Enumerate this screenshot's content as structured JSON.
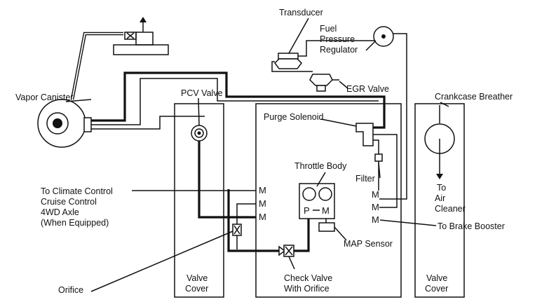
{
  "labels": {
    "transducer": "Transducer",
    "fuel_pressure_regulator": [
      "Fuel",
      "Pressure",
      "Regulator"
    ],
    "vapor_canister": "Vapor Canister",
    "pcv_valve": "PCV Valve",
    "egr_valve": "EGR Valve",
    "crankcase_breather": "Crankcase Breather",
    "purge_solenoid": "Purge Solenoid",
    "throttle_body": "Throttle Body",
    "filter": "Filter",
    "to_air_cleaner": [
      "To",
      "Air",
      "Cleaner"
    ],
    "to_climate_control": [
      "To Climate Control",
      "Cruise Control",
      "4WD Axle",
      "(When Equipped)"
    ],
    "to_brake_booster": "To Brake Booster",
    "map_sensor": "MAP Sensor",
    "orifice": "Orifice",
    "check_valve": [
      "Check Valve",
      "With Orifice"
    ],
    "valve_cover_left": [
      "Valve",
      "Cover"
    ],
    "valve_cover_right": [
      "Valve",
      "Cover"
    ]
  },
  "ports": {
    "manifold": "M",
    "throttle_p": "P",
    "throttle_m": "M"
  },
  "colors": {
    "line": "#111111",
    "background": "#ffffff"
  }
}
